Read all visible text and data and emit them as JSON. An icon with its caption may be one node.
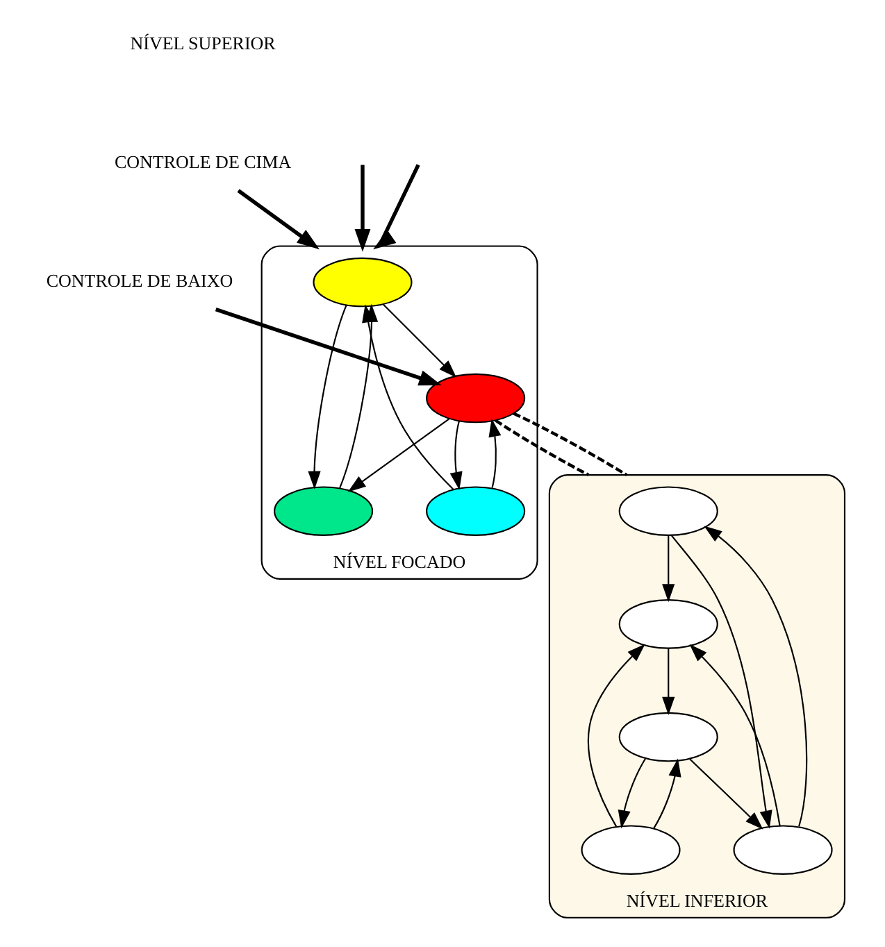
{
  "diagram": {
    "nodes": [
      {
        "text": [
          "NÍVEL FOCADO"
        ]
      },
      {
        "text": [],
        "shape": "ellipse",
        "in": 0
      },
      {
        "text": [],
        "shape": "ellipse",
        "in": 0
      },
      {
        "text": [],
        "shape": "ellipse",
        "in": 0
      },
      {
        "text": [],
        "shape": "ellipse",
        "in": 0
      },
      {
        "text": [
          "CONTROLE DE CIMA"
        ]
      },
      {
        "text": [
          "NÍVEL INFERIOR"
        ]
      },
      {
        "text": [],
        "shape": "ellipse",
        "in": 6
      },
      {
        "text": [],
        "shape": "ellipse",
        "in": 6
      },
      {
        "text": [],
        "shape": "ellipse",
        "in": 6
      },
      {
        "text": [],
        "shape": "ellipse",
        "in": 6
      },
      {
        "text": [],
        "shape": "ellipse",
        "in": 6
      },
      {
        "text": [
          "CONTROLE DE BAIXO"
        ]
      }
    ],
    "edges": [
      {
        "from": null,
        "to": 0,
        "arrow": "to",
        "style": "thick"
      },
      {
        "from": 5,
        "to": 0,
        "arrow": "to",
        "style": "thick"
      },
      {
        "from": null,
        "to": 0,
        "arrow": "to",
        "style": "thick"
      },
      {
        "from": 2,
        "to": 1,
        "arrow": "to"
      },
      {
        "from": 1,
        "to": 3,
        "arrow": "to"
      },
      {
        "from": 3,
        "to": 1,
        "arrow": "to"
      },
      {
        "from": 1,
        "to": 4,
        "arrow": "to"
      },
      {
        "from": 2,
        "to": 4,
        "arrow": "to"
      },
      {
        "from": 4,
        "to": 2,
        "arrow": "to"
      },
      {
        "from": 4,
        "to": 3,
        "arrow": "to"
      },
      {
        "from": 4,
        "to": 6,
        "arrow": "none",
        "style": "dashed"
      },
      {
        "from": 4,
        "to": 6,
        "arrow": "none",
        "style": "dashed"
      },
      {
        "from": 12,
        "to": 4,
        "arrow": "to",
        "style": "thick"
      },
      {
        "from": 7,
        "to": 8,
        "arrow": "to"
      },
      {
        "from": 7,
        "to": 10,
        "arrow": "to"
      },
      {
        "from": 10,
        "to": 7,
        "arrow": "to"
      },
      {
        "from": 10,
        "to": 8,
        "arrow": "to"
      },
      {
        "from": 8,
        "to": 11,
        "arrow": "to"
      },
      {
        "from": 9,
        "to": 8,
        "arrow": "to"
      },
      {
        "from": 11,
        "to": 9,
        "arrow": "to"
      },
      {
        "from": 9,
        "to": 11,
        "arrow": "to"
      },
      {
        "from": 11,
        "to": 10,
        "arrow": "to"
      }
    ],
    "labels": [
      "NÍVEL SUPERIOR"
    ]
  }
}
